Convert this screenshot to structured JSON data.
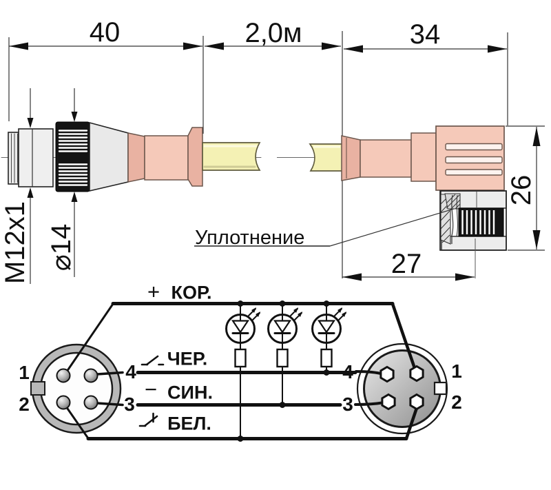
{
  "drawing": {
    "dim_connector_length": "40",
    "dim_cable_length": "2,0м",
    "dim_angled_length": "34",
    "dim_angled_height": "26",
    "dim_angled_width": "27",
    "label_thread": "M12x1",
    "label_diameter": "⌀14",
    "label_seal": "Уплотнение"
  },
  "wiring": {
    "wire_plus_sign": "+",
    "wire_minus_sign": "−",
    "wire_brown": "КОР.",
    "wire_black": "ЧЕР.",
    "wire_blue": "СИН.",
    "wire_white": "БЕЛ.",
    "led_count": "3",
    "left_connector_pins": {
      "p1": "1",
      "p2": "2",
      "p4": "4",
      "p3": "3"
    },
    "right_connector_pins": {
      "p4": "4",
      "p3": "3",
      "p1": "1",
      "p2": "2"
    }
  },
  "colors": {
    "body_pink": "#f5c9b9",
    "body_pink_dark": "#e9b2a2",
    "cable_yellow": "#f4f1b4",
    "metal_gray": "#ededed",
    "knurl_black": "#141414",
    "line_black": "#111111"
  }
}
